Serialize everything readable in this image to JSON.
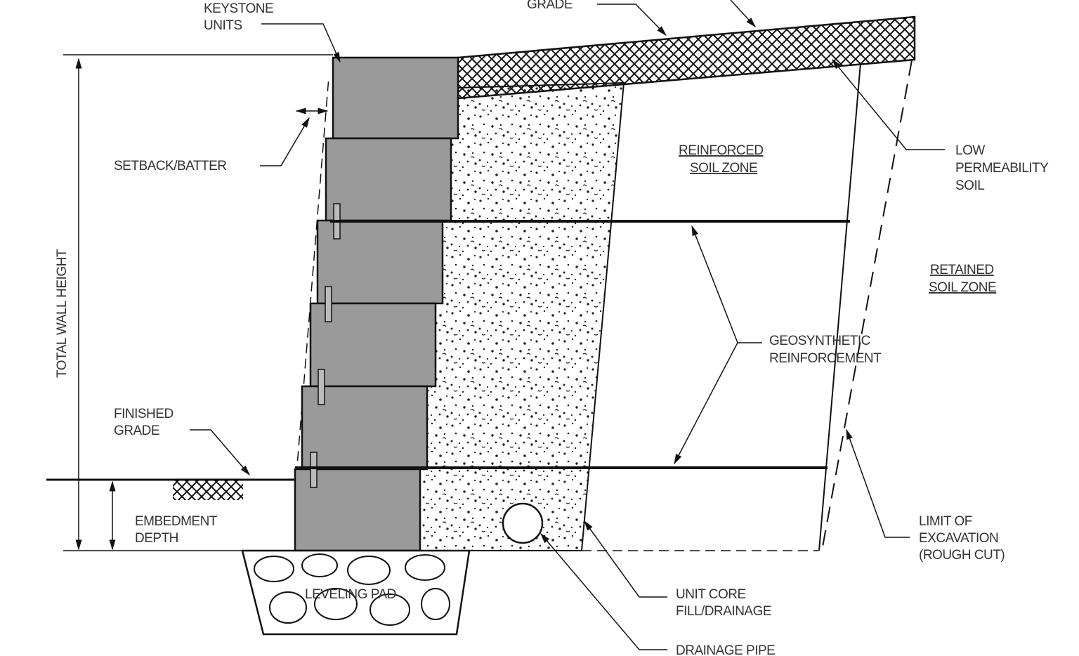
{
  "labels": {
    "keystone_units": [
      "KEYSTONE",
      "UNITS"
    ],
    "grade": "GRADE",
    "setback_batter": "SETBACK/BATTER",
    "total_wall_height": "TOTAL WALL HEIGHT",
    "finished_grade": [
      "FINISHED",
      "GRADE"
    ],
    "embedment_depth": [
      "EMBEDMENT",
      "DEPTH"
    ],
    "leveling_pad": "LEVELING PAD",
    "reinforced_soil_zone": [
      "REINFORCED",
      "SOIL ZONE"
    ],
    "low_permeability_soil": [
      "LOW",
      "PERMEABILITY",
      "SOIL"
    ],
    "retained_soil_zone": [
      "RETAINED",
      "SOIL ZONE"
    ],
    "geosynthetic_reinforcement": [
      "GEOSYNTHETIC",
      "REINFORCEMENT"
    ],
    "limit_of_excavation": [
      "LIMIT OF",
      "EXCAVATION",
      "(ROUGH CUT)"
    ],
    "unit_core_fill": [
      "UNIT CORE",
      "FILL/DRAINAGE"
    ],
    "drainage_pipe": "DRAINAGE PIPE"
  },
  "colors": {
    "block_fill": "#9a9a9a",
    "line": "#111111"
  }
}
